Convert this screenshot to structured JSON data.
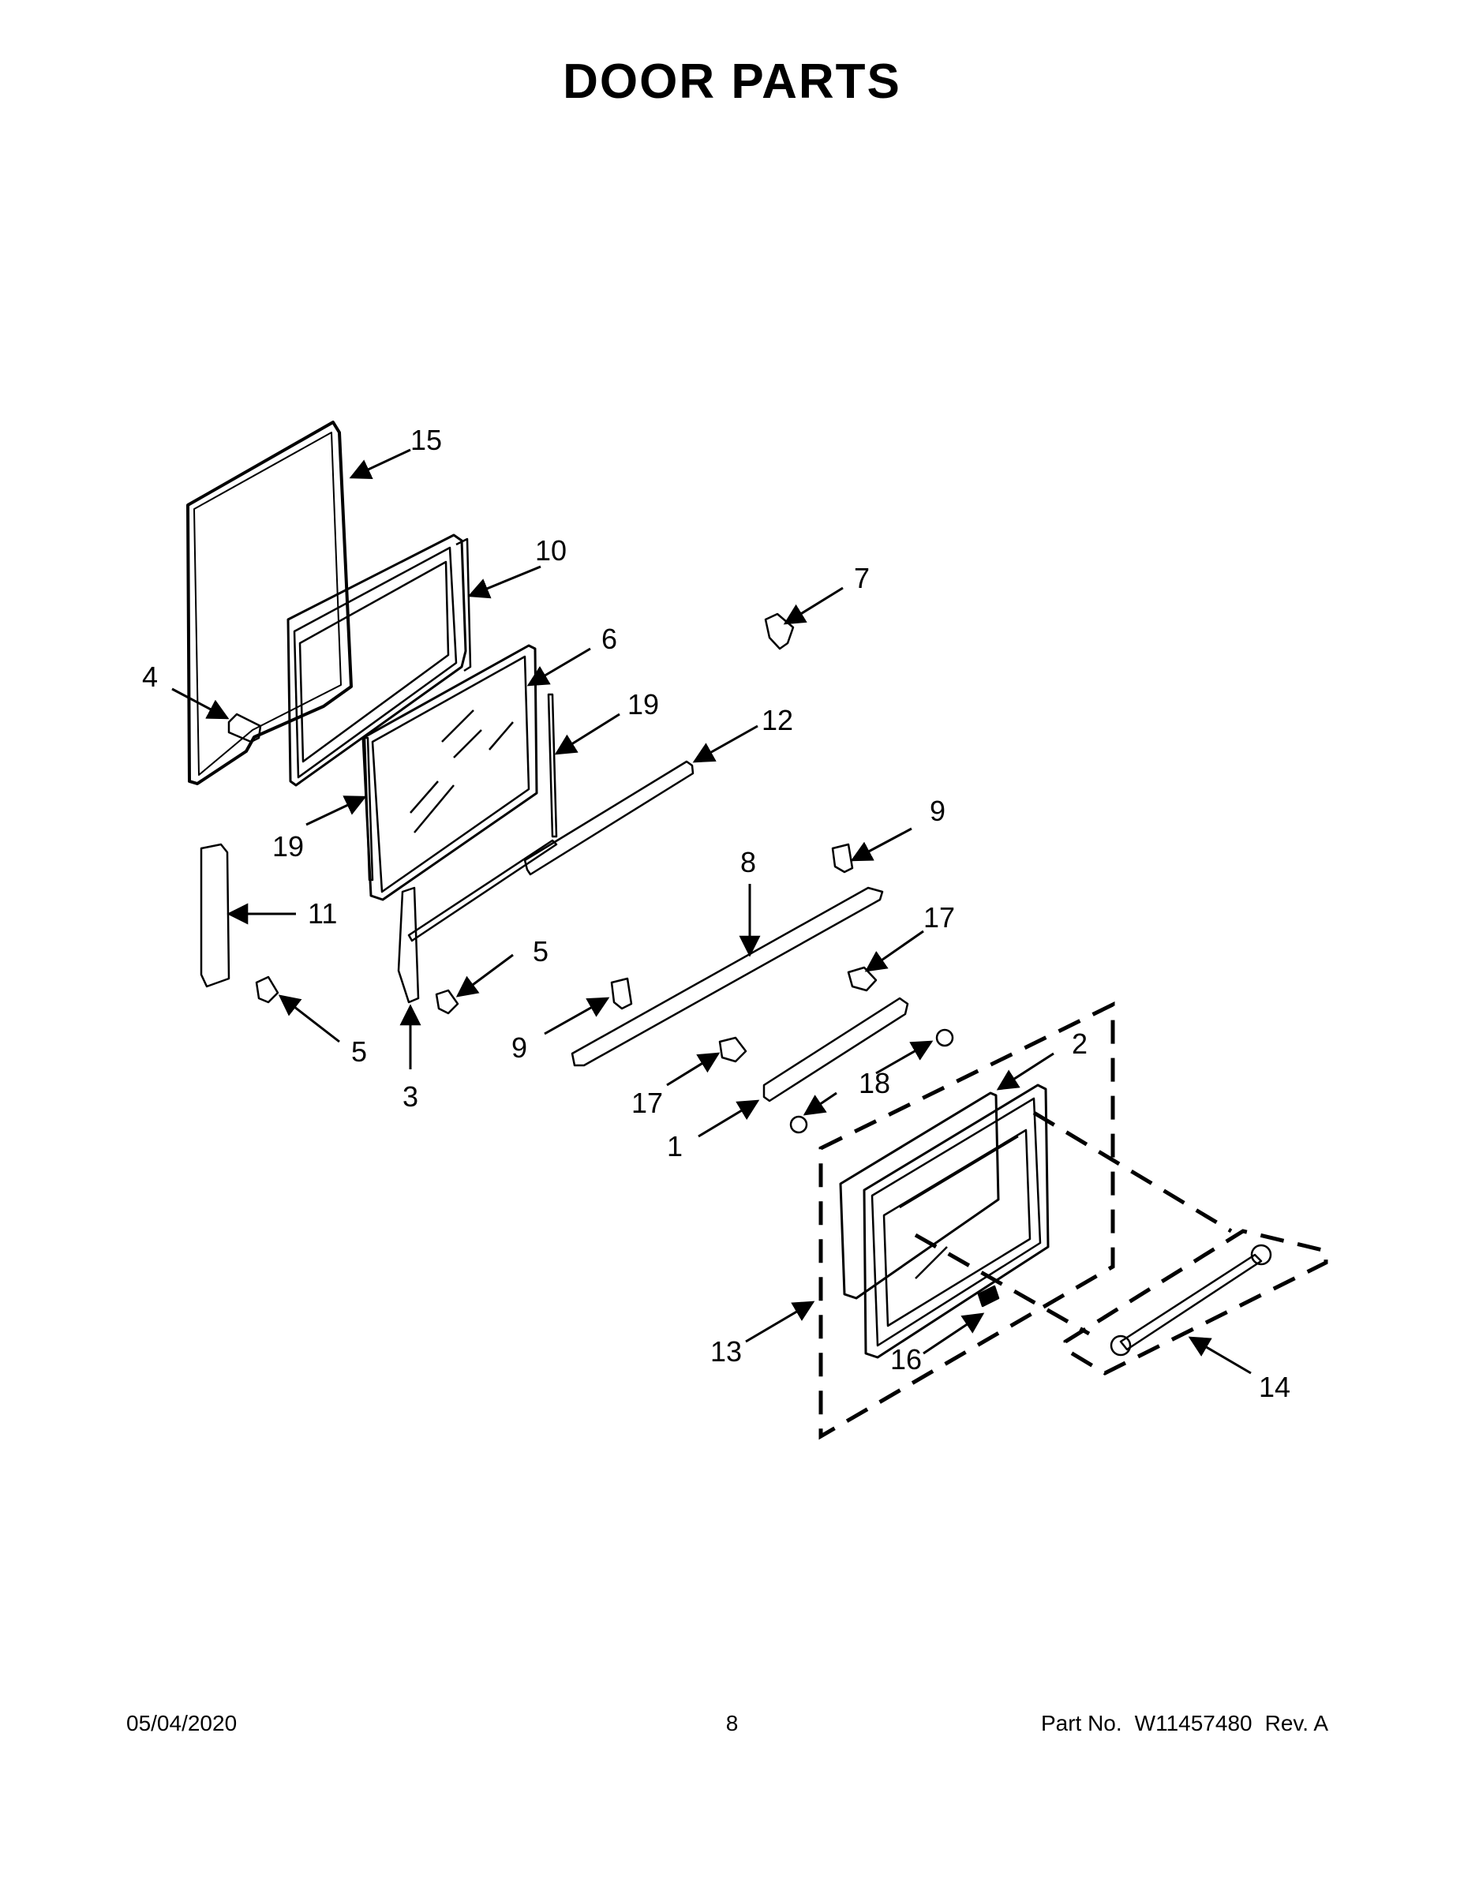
{
  "title": "DOOR PARTS",
  "footer": {
    "date": "05/04/2020",
    "page": "8",
    "part_label": "Part No.",
    "part_number": "W11457480",
    "revision": "Rev. A"
  },
  "callouts": [
    "15",
    "10",
    "7",
    "6",
    "4",
    "19",
    "12",
    "19",
    "9",
    "8",
    "11",
    "17",
    "5",
    "5",
    "3",
    "9",
    "2",
    "17",
    "18",
    "1",
    "13",
    "16",
    "14"
  ]
}
